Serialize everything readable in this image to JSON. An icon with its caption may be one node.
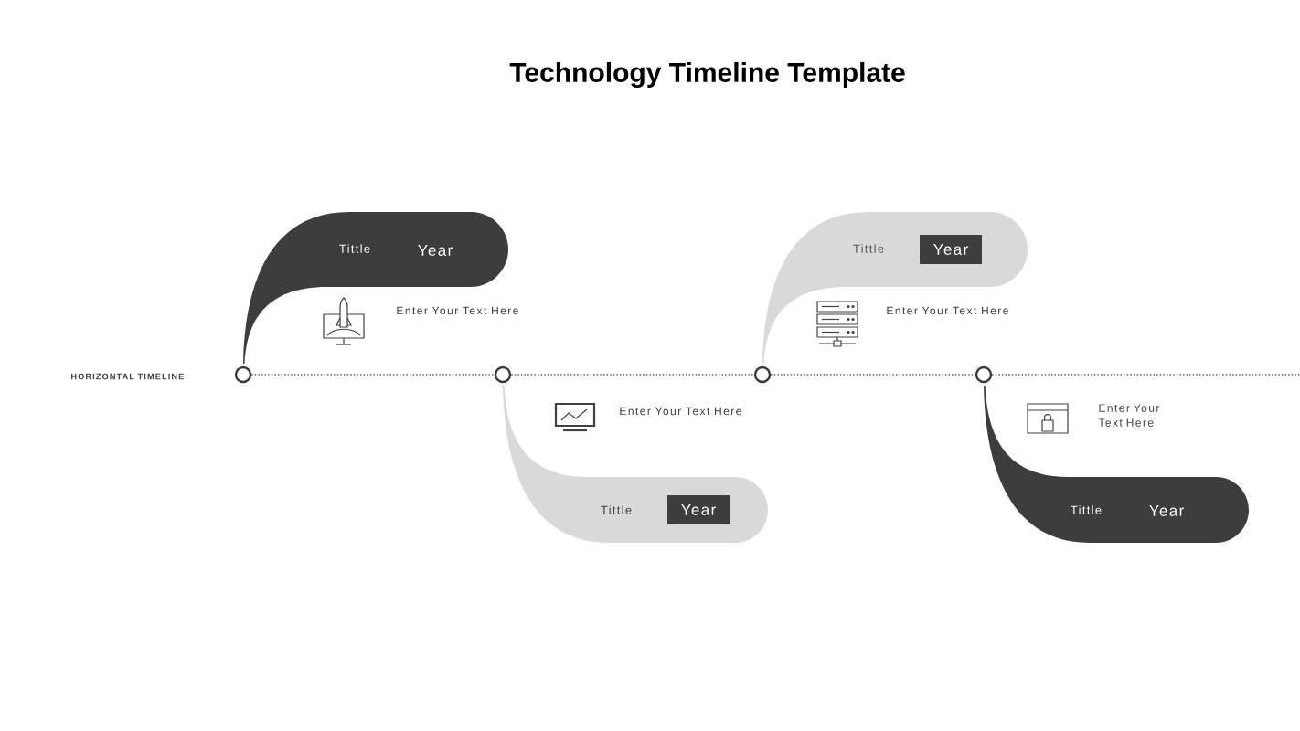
{
  "diagram": {
    "title": "Technology Timeline Template",
    "nodes": [
      {
        "text": [
          "Tittle",
          "Year"
        ]
      },
      {
        "text": [
          "Tittle"
        ]
      },
      {
        "text": [
          "Year"
        ],
        "in": 1
      },
      {
        "text": [],
        "shape": "circle"
      },
      {
        "text": [],
        "shape": "circle"
      },
      {
        "text": [],
        "shape": "circle"
      },
      {
        "text": [],
        "shape": "circle"
      },
      {
        "text": [
          "Tittle"
        ]
      },
      {
        "text": [
          "Year"
        ],
        "in": 7
      },
      {
        "text": [
          "Tittle",
          "Year"
        ]
      }
    ],
    "edges": [
      {
        "from": 3,
        "to": 4,
        "arrow": "none"
      },
      {
        "from": 4,
        "to": 5,
        "arrow": "none"
      },
      {
        "from": 5,
        "to": 6,
        "arrow": "none"
      },
      {
        "from": 6,
        "to": null,
        "arrow": "none"
      }
    ],
    "labels": [
      "Enter Your Text Here",
      "Enter Your Text Here",
      "HORIZONTAL TIMELINE",
      "Enter Your Text Here",
      "Enter Your Text Here"
    ]
  }
}
